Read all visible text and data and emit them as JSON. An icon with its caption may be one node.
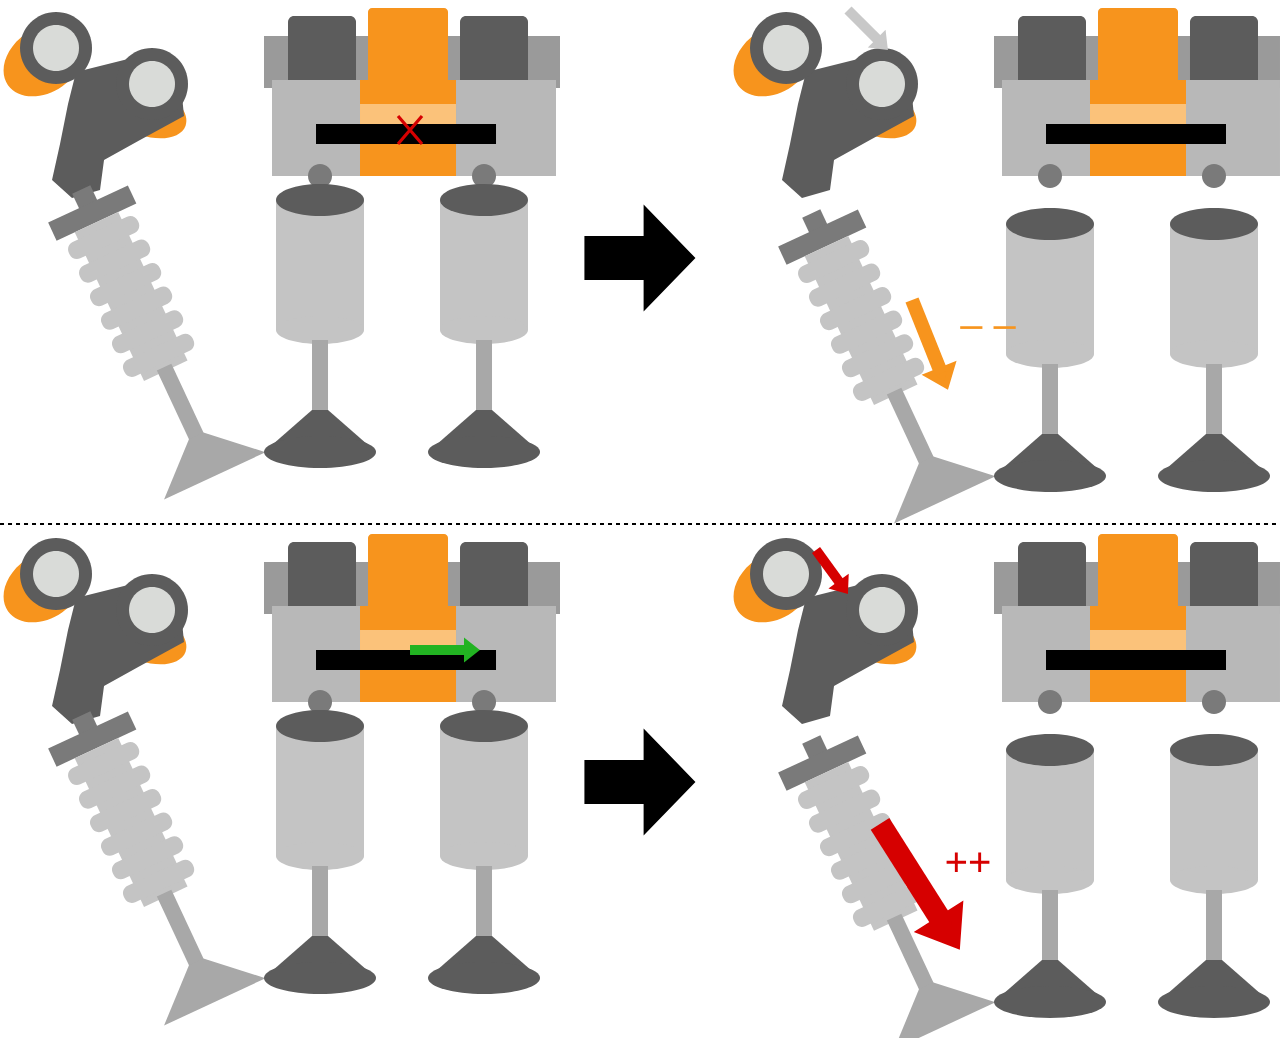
{
  "diagram": {
    "nodes": [
      {
        "text": [],
        "shape": "picture"
      },
      {
        "text": [],
        "shape": "picture"
      },
      {
        "text": [],
        "shape": "picture"
      },
      {
        "text": [],
        "shape": "picture"
      }
    ],
    "edges": [
      {
        "from": 0,
        "to": 1,
        "arrow": "to"
      },
      {
        "from": 2,
        "to": 3,
        "arrow": "to"
      }
    ],
    "labels": [
      "– –",
      "++"
    ]
  }
}
